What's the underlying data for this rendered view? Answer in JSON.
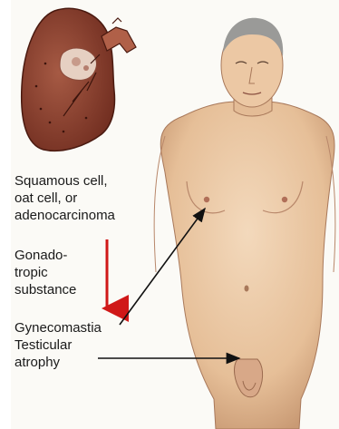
{
  "labels": {
    "tumor_types": [
      "Squamous cell,",
      "oat cell, or",
      "adenocarcinoma"
    ],
    "substance": [
      "Gonado-",
      "tropic",
      "substance"
    ],
    "effect_1": "Gynecomastia",
    "effect_2": [
      "Testicular",
      "atrophy"
    ]
  },
  "colors": {
    "flow_arrow": "#d01818",
    "pointer_arrow": "#111111",
    "lung": "#8a3e2c",
    "skin": "#e9c7a4"
  }
}
